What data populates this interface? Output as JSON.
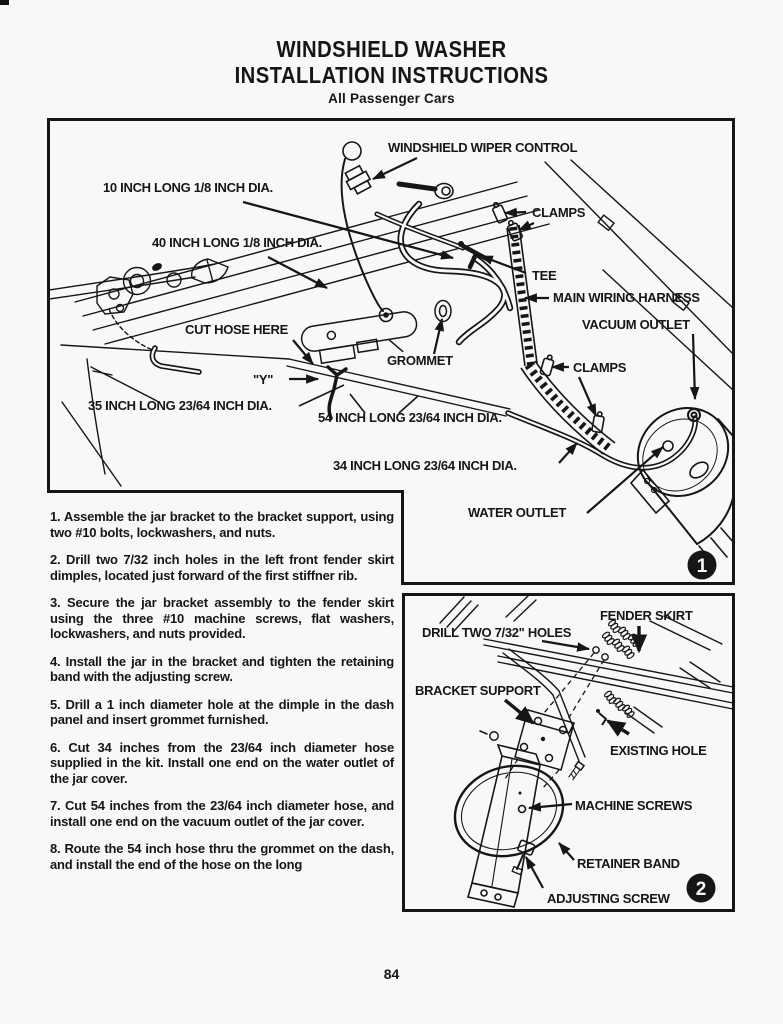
{
  "page": {
    "title_line1": "WINDSHIELD WASHER",
    "title_line2": "INSTALLATION INSTRUCTIONS",
    "subtitle": "All Passenger Cars",
    "page_number": "84"
  },
  "colors": {
    "paper": "#f8f8f6",
    "ink": "#161616"
  },
  "figure1": {
    "figure_number": "1",
    "labels": {
      "wiper_control": "WINDSHIELD WIPER CONTROL",
      "hose_10": "10 INCH LONG 1/8 INCH DIA.",
      "hose_40": "40 INCH LONG 1/8 INCH DIA.",
      "clamps_upper": "CLAMPS",
      "tee": "TEE",
      "main_wiring_harness": "MAIN WIRING HARNESS",
      "vacuum_outlet": "VACUUM OUTLET",
      "cut_hose_here": "CUT HOSE HERE",
      "grommet": "GROMMET",
      "y_fitting": "\"Y\"",
      "hose_35": "35 INCH LONG 23/64 INCH DIA.",
      "hose_54": "54 INCH LONG 23/64 INCH DIA.",
      "clamps_lower": "CLAMPS",
      "hose_34": "34 INCH LONG 23/64 INCH DIA.",
      "water_outlet": "WATER OUTLET"
    }
  },
  "figure2": {
    "figure_number": "2",
    "labels": {
      "fender_skirt": "FENDER SKIRT",
      "drill_two_holes": "DRILL TWO 7/32\" HOLES",
      "bracket_support": "BRACKET SUPPORT",
      "existing_hole": "EXISTING HOLE",
      "machine_screws": "MACHINE SCREWS",
      "retainer_band": "RETAINER BAND",
      "adjusting_screw": "ADJUSTING SCREW"
    }
  },
  "instructions": [
    "1. Assemble the jar bracket to the bracket support, using two #10 bolts, lockwashers, and nuts.",
    "2. Drill two 7/32 inch holes in the left front fender skirt dimples, located just forward of the first stiffner rib.",
    "3. Secure the jar bracket assembly to the fender skirt using the three #10 machine screws, flat washers, lockwashers, and nuts provided.",
    "4. Install the jar in the bracket and tighten the retaining band with the adjusting screw.",
    "5. Drill a 1 inch diameter hole at the dimple in the dash panel and insert grommet furnished.",
    "6. Cut 34 inches from the 23/64 inch diameter hose supplied in the kit. Install one end on the water outlet of the jar cover.",
    "7. Cut 54 inches from the 23/64 inch diameter hose, and install one end on the vacuum outlet of the jar cover.",
    "8. Route the 54 inch hose thru the grommet on the dash, and install the end of the hose on the long"
  ]
}
